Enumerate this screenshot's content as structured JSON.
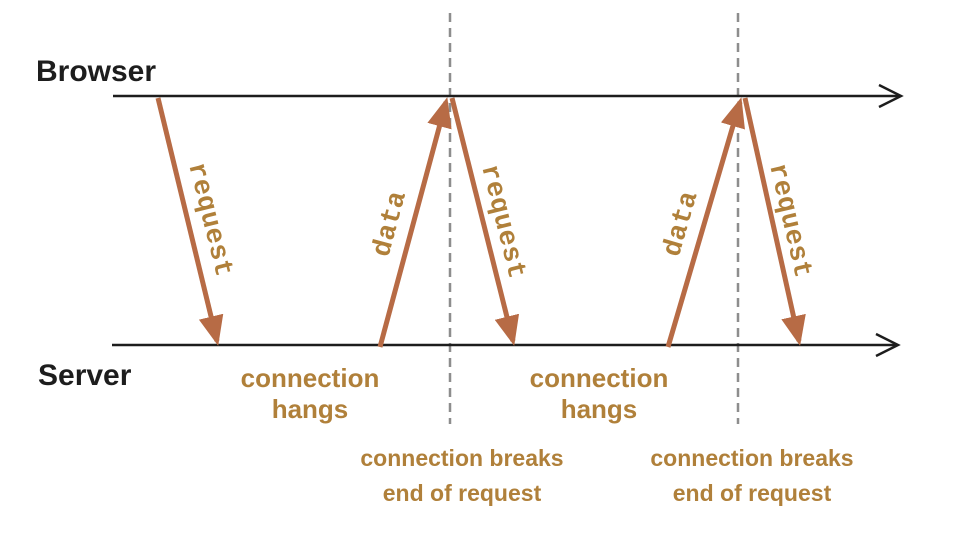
{
  "colors": {
    "ink": "#1d1d1d",
    "arrow": "#b76b45",
    "gold": "#b0803a",
    "dashed": "#8d8d8d",
    "background": "#ffffff"
  },
  "actors": {
    "browser": "Browser",
    "server": "Server"
  },
  "messages": [
    {
      "label": "request"
    },
    {
      "label": "data"
    },
    {
      "label": "request"
    },
    {
      "label": "data"
    },
    {
      "label": "request"
    }
  ],
  "events": [
    {
      "lines": [
        "connection",
        "hangs"
      ]
    },
    {
      "lines": [
        "connection breaks",
        "end of request"
      ]
    },
    {
      "lines": [
        "connection",
        "hangs"
      ]
    },
    {
      "lines": [
        "connection breaks",
        "end of request"
      ]
    }
  ]
}
